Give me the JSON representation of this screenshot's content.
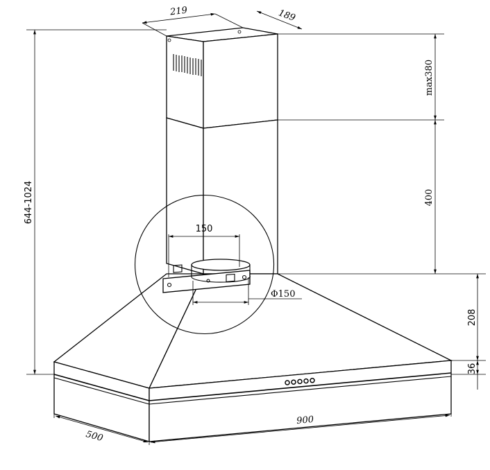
{
  "dimensions": {
    "chimney_width": "219",
    "chimney_depth": "189",
    "total_height": "644-1024",
    "upper_chimney_max": "max380",
    "lower_chimney": "400",
    "canopy_height": "208",
    "front_band": "36",
    "hood_width": "900",
    "hood_depth": "500",
    "bracket_width": "150",
    "outlet_diameter": "Φ150"
  },
  "controls": {
    "button_count": 5
  }
}
